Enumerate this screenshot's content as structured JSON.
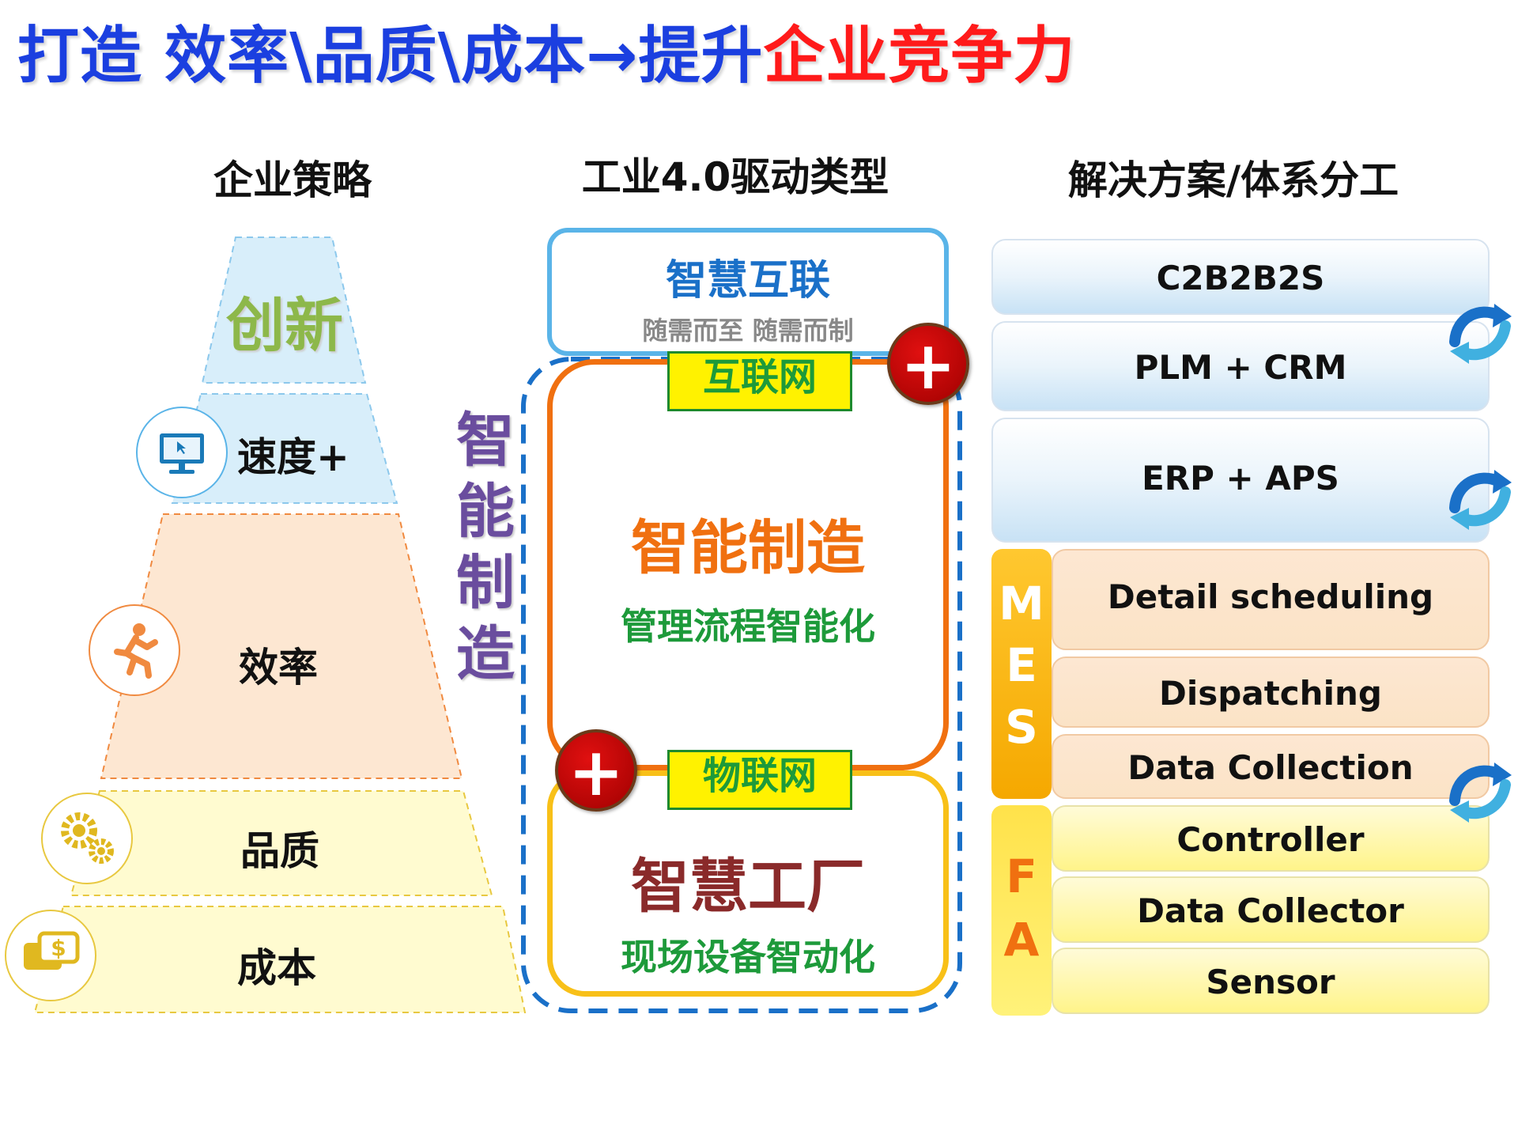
{
  "title": {
    "part1": "打造 效率\\品质\\成本→提升",
    "part2": "企业竞争力"
  },
  "columns": {
    "strategy": "企业策略",
    "driver": "工业4.0驱动类型",
    "solution": "解决方案/体系分工"
  },
  "pyramid": {
    "innovation": "创新",
    "speed": "速度+",
    "efficiency": "效率",
    "quality": "品质",
    "cost": "成本"
  },
  "driver": {
    "vertical": [
      "智",
      "能",
      "制",
      "造"
    ],
    "smart_link": {
      "title": "智慧互联",
      "subtitle": "随需而至 随需而制"
    },
    "internet_tag": "互联网",
    "smart_mfg": {
      "title": "智能制造",
      "subtitle": "管理流程智能化"
    },
    "iot_tag": "物联网",
    "smart_factory": {
      "title": "智慧工厂",
      "subtitle": "现场设备智动化"
    },
    "plus_symbol": "+"
  },
  "solutions": {
    "top": [
      "C2B2B2S",
      "PLM + CRM",
      "ERP + APS"
    ],
    "mes_label": [
      "M",
      "E",
      "S"
    ],
    "mes": [
      "Detail scheduling",
      "Dispatching",
      "Data Collection"
    ],
    "fa_label": [
      "F",
      "A"
    ],
    "fa": [
      "Controller",
      "Data Collector",
      "Sensor"
    ]
  },
  "colors": {
    "title_blue": "#1b3fe0",
    "title_red": "#ff1a1a",
    "innovation_green": "#8db84a",
    "speed_blue": "#d8eefa",
    "efficiency_peach": "#fde7d2",
    "quality_yellow": "#fffbd0",
    "mfg_orange": "#f07010",
    "factory_yellow": "#f8c018",
    "link_blue": "#5ab4e8"
  },
  "icons": [
    "monitor-icon",
    "running-man-icon",
    "gears-icon",
    "money-chat-icon",
    "cycle-arrow-icon"
  ]
}
